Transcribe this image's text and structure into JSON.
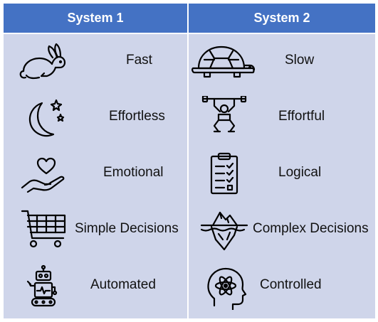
{
  "columns": [
    {
      "header": "System 1",
      "rows": [
        {
          "label": "Fast",
          "icon": "rabbit-icon"
        },
        {
          "label": "Effortless",
          "icon": "moon-stars-icon"
        },
        {
          "label": "Emotional",
          "icon": "heart-hand-icon"
        },
        {
          "label": "Simple Decisions",
          "icon": "shopping-cart-icon"
        },
        {
          "label": "Automated",
          "icon": "robot-icon"
        }
      ]
    },
    {
      "header": "System 2",
      "rows": [
        {
          "label": "Slow",
          "icon": "turtle-icon"
        },
        {
          "label": "Effortful",
          "icon": "weightlifter-icon"
        },
        {
          "label": "Logical",
          "icon": "checklist-clipboard-icon"
        },
        {
          "label": "Complex Decisions",
          "icon": "iceberg-icon"
        },
        {
          "label": "Controlled",
          "icon": "head-atom-icon"
        }
      ]
    }
  ],
  "colors": {
    "header_bg": "#4472c4",
    "body_bg": "#cfd5ea",
    "header_text": "#ffffff"
  }
}
